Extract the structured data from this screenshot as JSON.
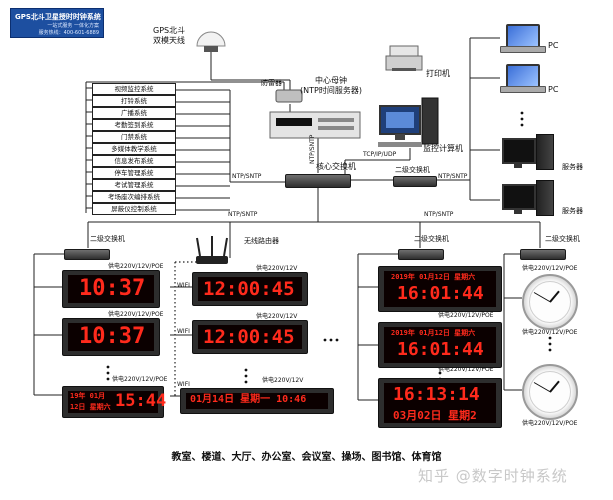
{
  "logo": {
    "line1": "GPS北斗卫星授时时钟系统",
    "line2": "一站式服务  一体化方案",
    "line3": "服务热线：400-601-6889"
  },
  "labels": {
    "gps_antenna": "GPS北斗\n双模天线",
    "lightning_arrester": "防雷器",
    "master_clock": "中心母钟\n(NTP时间服务器)",
    "printer": "打印机",
    "monitor_computer": "监控计算机",
    "core_switch": "核心交换机",
    "secondary_switch": "二级交换机",
    "wireless_router": "无线路由器",
    "pc": "PC",
    "server": "服务器",
    "ntp_sntp": "NTP/SNTP",
    "ntp_sntp_vertical": "NTP/SNTP",
    "tcp_ip_udp": "TCP/IP/UDP",
    "wifi": "WIFI",
    "power_poe": "供电220V/12V/POE",
    "power_12v": "供电220V/12V"
  },
  "systems": [
    "视频监控系统",
    "打铃系统",
    "广播系统",
    "考勤签到系统",
    "门禁系统",
    "多媒体教学系统",
    "信息发布系统",
    "停车管理系统",
    "考试管理系统",
    "考场座次编排系统",
    "屏蔽仪控制系统"
  ],
  "clocks": {
    "c1": "10:37",
    "c2": "10:37",
    "c3_top": "19年 01月",
    "c3_bottom": "12日 星期六",
    "c3_time": "15:44",
    "c4": "12:00:45",
    "c5": "12:00:45",
    "c6": "01月14日 星期一 10:46",
    "c7_date": "2019年 01月12日 星期六",
    "c7_time": "16:01:44",
    "c8_date": "2019年 01月12日 星期六",
    "c8_time": "16:01:44",
    "c9_time": "16:13:14",
    "c9_date": "03月02日 星期2"
  },
  "footer": "教室、楼道、大厅、办公室、会议室、操场、图书馆、体育馆",
  "watermark": "知乎 @数字时钟系统",
  "colors": {
    "led_red": "#ff2a1c",
    "logo_blue": "#1d4fa0"
  }
}
